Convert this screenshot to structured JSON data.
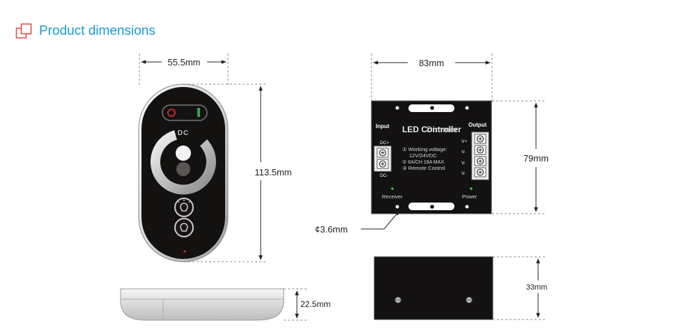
{
  "header": {
    "title": "Product dimensions",
    "accent_color": "#1a9bd6",
    "icon": "overlapping-squares-icon",
    "icon_color": "#e0504d"
  },
  "remote": {
    "width_label": "55.5mm",
    "height_label": "113.5mm",
    "thickness_label": "22.5mm",
    "brand_label": "DC"
  },
  "controller": {
    "width_label": "83mm",
    "height_label": "79mm",
    "depth_label": "33mm",
    "hole_label": "¢3.6mm",
    "title": "LED Controller",
    "title_overlap": "Dimmer",
    "input_label": "Input",
    "output_label": "Output",
    "input_terminals": [
      "DC+",
      "DC-"
    ],
    "output_terminals": [
      "V+",
      "V-",
      "V-",
      "V-"
    ],
    "specs": [
      "① Working voltage:",
      "12V/24VDC",
      "② 6A/CH 18A MAX.",
      "③ Remote Control"
    ],
    "receiver_label": "Receiver",
    "power_label": "Power"
  }
}
